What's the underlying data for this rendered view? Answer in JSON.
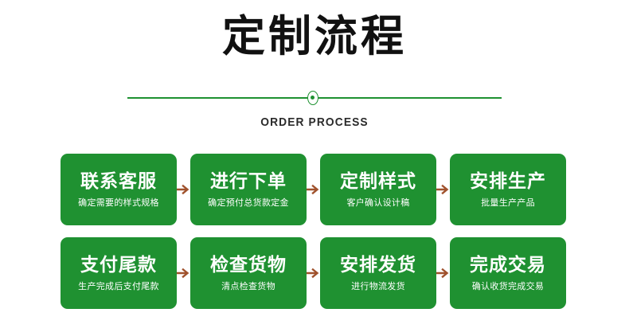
{
  "header": {
    "title": "定制流程",
    "subtitle": "ORDER PROCESS",
    "divider_icon": "circle-dot-divider"
  },
  "theme": {
    "brand_green": "#1f9131",
    "divider_green": "#1e9131",
    "arrow_brown": "#a0522d",
    "title_color": "#111111",
    "card_text_color": "#ffffff",
    "background": "#ffffff"
  },
  "flow": {
    "arrow_icon": "arrow-right-icon",
    "rows": [
      {
        "steps": [
          {
            "title": "联系客服",
            "desc": "确定需要的样式规格"
          },
          {
            "title": "进行下单",
            "desc": "确定预付总货款定金"
          },
          {
            "title": "定制样式",
            "desc": "客户确认设计稿"
          },
          {
            "title": "安排生产",
            "desc": "批量生产产品"
          }
        ]
      },
      {
        "steps": [
          {
            "title": "支付尾款",
            "desc": "生产完成后支付尾款"
          },
          {
            "title": "检查货物",
            "desc": "清点检查货物"
          },
          {
            "title": "安排发货",
            "desc": "进行物流发货"
          },
          {
            "title": "完成交易",
            "desc": "确认收货完成交易"
          }
        ]
      }
    ]
  }
}
